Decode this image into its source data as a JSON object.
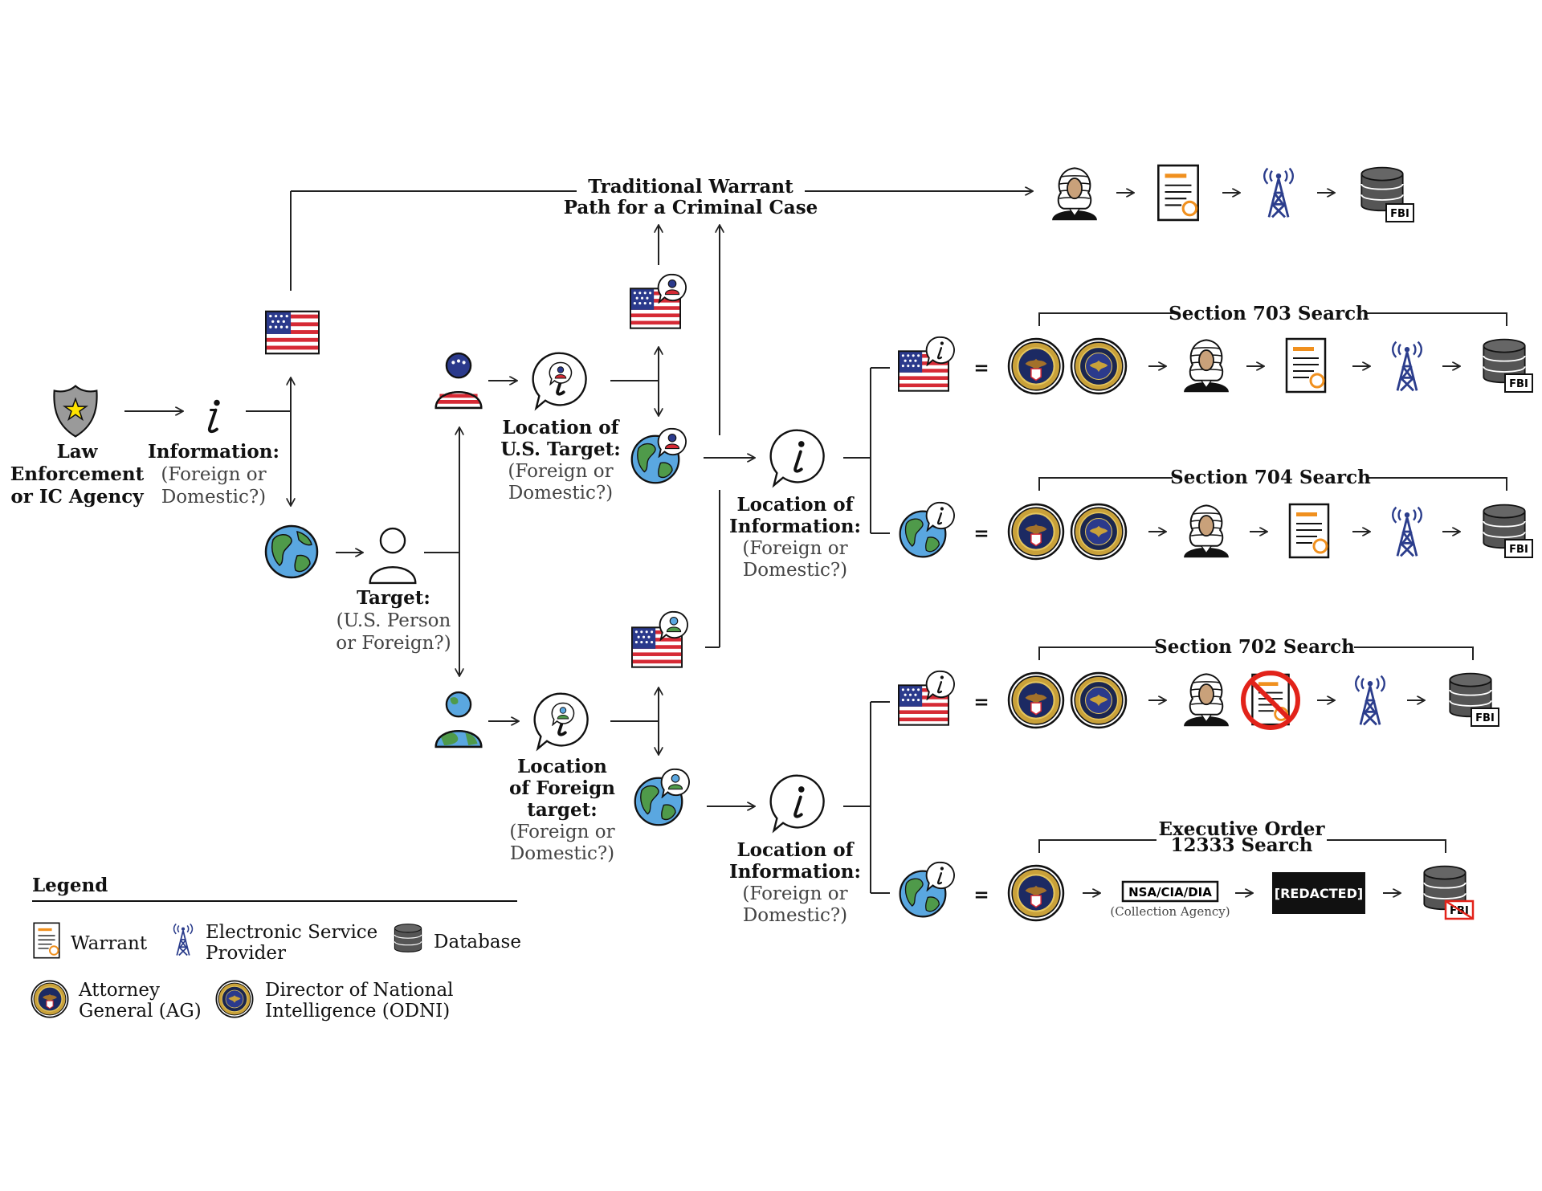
{
  "labels": {
    "law_enforcement": [
      "Law",
      "Enforcement",
      "or IC Agency"
    ],
    "information": [
      "Information:",
      "(Foreign or",
      "Domestic?)"
    ],
    "target": [
      "Target:",
      "(U.S. Person",
      "or Foreign?)"
    ],
    "loc_us_target": [
      "Location of",
      "U.S. Target:",
      "(Foreign or",
      "Domestic?)"
    ],
    "loc_foreign_target": [
      "Location",
      "of Foreign",
      "target:",
      "(Foreign or",
      "Domestic?)"
    ],
    "loc_info_upper": [
      "Location of",
      "Information:",
      "(Foreign or",
      "Domestic?)"
    ],
    "loc_info_lower": [
      "Location of",
      "Information:",
      "(Foreign or",
      "Domestic?)"
    ],
    "traditional": [
      "Traditional Warrant",
      "Path for a Criminal Case"
    ]
  },
  "sections": {
    "s703": "Section 703 Search",
    "s704": "Section 704 Search",
    "s702": "Section 702 Search",
    "eo12333": [
      "Executive Order",
      "12333 Search"
    ]
  },
  "badges": {
    "fbi": "FBI",
    "nsa": "NSA/CIA/DIA",
    "collection": "(Collection Agency)",
    "redacted": "[REDACTED]",
    "equals": "="
  },
  "legend": {
    "title": "Legend",
    "warrant": "Warrant",
    "esp": [
      "Electronic Service",
      "Provider"
    ],
    "database": "Database",
    "ag": [
      "Attorney",
      "General (AG)"
    ],
    "odni": [
      "Director of National",
      "Intelligence (ODNI)"
    ]
  },
  "colors": {
    "flag_red": "#d62a35",
    "flag_blue": "#2b3a8c",
    "globe_water": "#5aa7e0",
    "globe_land": "#4f9a4a",
    "seal_gold": "#c9a13a",
    "warrant_orange": "#f0901e",
    "tower_blue": "#2b3d8c",
    "db_gray": "#555555",
    "prohibit_red": "#e2231a"
  },
  "icons": [
    "badge-icon",
    "info-icon",
    "us-flag-icon",
    "globe-icon",
    "person-icon",
    "judge-icon",
    "warrant-icon",
    "tower-icon",
    "database-icon",
    "ag-seal-icon",
    "odni-seal-icon",
    "speech-bubble-icon"
  ]
}
